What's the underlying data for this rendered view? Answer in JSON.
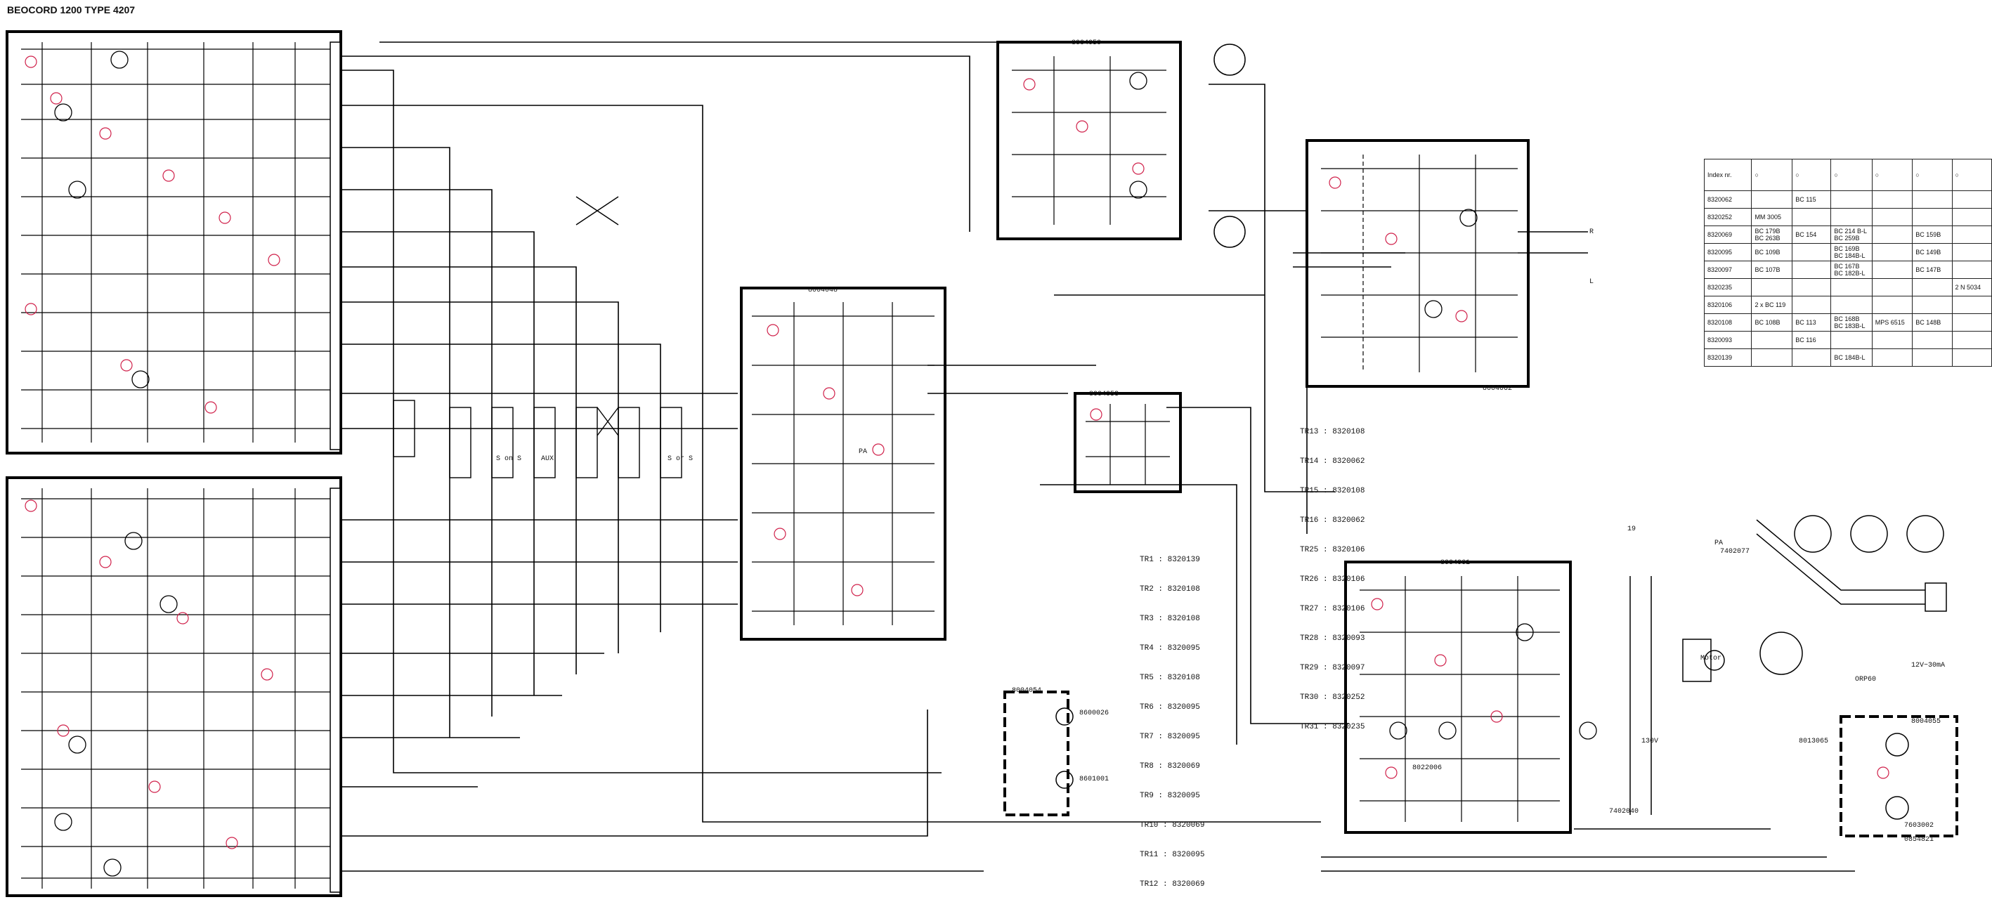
{
  "title": "BEOCORD 1200 TYPE 4207",
  "board_codes": {
    "b1": "8004050",
    "b2": "8004048",
    "b3": "8004053",
    "b4": "8004062",
    "b5": "8004061",
    "b6": "8004054",
    "b7": "8004055"
  },
  "transistor_list_a": [
    "TR1 : 8320139",
    "TR2 : 8320108",
    "TR3 : 8320108",
    "TR4 : 8320095",
    "TR5 : 8320108",
    "TR6 : 8320095",
    "TR7 : 8320095",
    "TR8 : 8320069",
    "TR9 : 8320095",
    "TR10 : 8320069",
    "TR11 : 8320095",
    "TR12 : 8320069"
  ],
  "transistor_list_b": [
    "TR13 : 8320108",
    "TR14 : 8320062",
    "TR15 : 8320108",
    "TR16 : 8320062",
    "TR25 : 8320106",
    "TR26 : 8320106",
    "TR27 : 8320106",
    "TR28 : 8320093",
    "TR29 : 8320097",
    "TR30 : 8320252",
    "TR31 : 8320235"
  ],
  "xref_table": {
    "header": "Index nr.",
    "rows": [
      [
        "8320062",
        "",
        "BC 115",
        "",
        "",
        "",
        ""
      ],
      [
        "8320252",
        "MM 3005",
        "",
        "",
        "",
        "",
        ""
      ],
      [
        "8320069",
        "BC 179B\nBC 263B",
        "BC 154",
        "BC 214 B-L\nBC 259B",
        "",
        "BC 159B",
        ""
      ],
      [
        "8320095",
        "BC 109B",
        "",
        "BC 169B\nBC 184B-L",
        "",
        "BC 149B",
        ""
      ],
      [
        "8320097",
        "BC 107B",
        "",
        "BC 167B\nBC 182B-L",
        "",
        "BC 147B",
        ""
      ],
      [
        "8320235",
        "",
        "",
        "",
        "",
        "",
        "2 N 5034"
      ],
      [
        "8320106",
        "2 x BC 119",
        "",
        "",
        "",
        "",
        ""
      ],
      [
        "8320108",
        "BC 108B",
        "BC 113",
        "BC 168B\nBC 183B-L",
        "MPS 6515",
        "BC 148B",
        ""
      ],
      [
        "8320093",
        "",
        "BC 116",
        "",
        "",
        "",
        ""
      ],
      [
        "8320139",
        "",
        "",
        "BC 184B-L",
        "",
        "",
        ""
      ]
    ]
  },
  "misc_labels": {
    "pa": "PA",
    "mains": "130V",
    "power_spec": "12V~30mA",
    "lamp": "ORP60",
    "motor": "Motor",
    "num_19": "19",
    "part_a": "8600026",
    "part_b": "8601001",
    "part_c": "7402040",
    "part_d": "8013065",
    "part_e": "7402077",
    "part_f": "7603002",
    "part_g": "0854821",
    "part_h": "8022006",
    "switch_sonS": "S on S",
    "switch_aux": "AUX",
    "switch_sorS": "S or S",
    "contact_r": "R",
    "contact_l": "L"
  }
}
